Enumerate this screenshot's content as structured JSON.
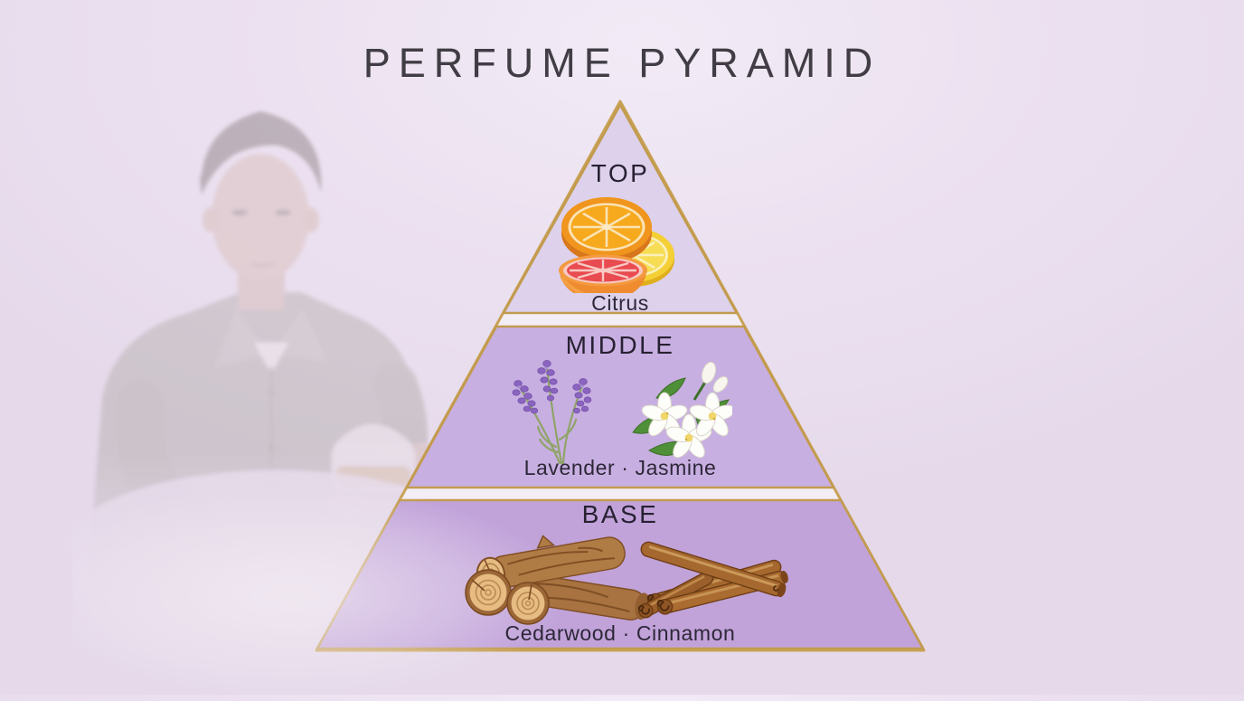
{
  "title": "PERFUME PYRAMID",
  "pyramid": {
    "tiers": [
      {
        "level": "TOP",
        "notes": "Citrus",
        "icons": [
          "orange-slice-icon",
          "lemon-slice-icon",
          "grapefruit-half-icon"
        ]
      },
      {
        "level": "MIDDLE",
        "notes": "Lavender · Jasmine",
        "icons": [
          "lavender-sprig-icon",
          "jasmine-flower-icon"
        ]
      },
      {
        "level": "BASE",
        "notes": "Cedarwood · Cinnamon",
        "icons": [
          "cedarwood-logs-icon",
          "cinnamon-sticks-icon"
        ]
      }
    ]
  },
  "background": {
    "figure_icon": "man-holding-perfume-vessel-photo"
  },
  "colors": {
    "background": "#e9deee",
    "tier_top": "#ddd1ec",
    "tier_middle": "#c8afe1",
    "tier_base": "#c1a3da",
    "gap_fill": "#f3edf5",
    "gold_border": "#c29b4f",
    "heading_text": "#413d45",
    "label_text": "#272132"
  }
}
